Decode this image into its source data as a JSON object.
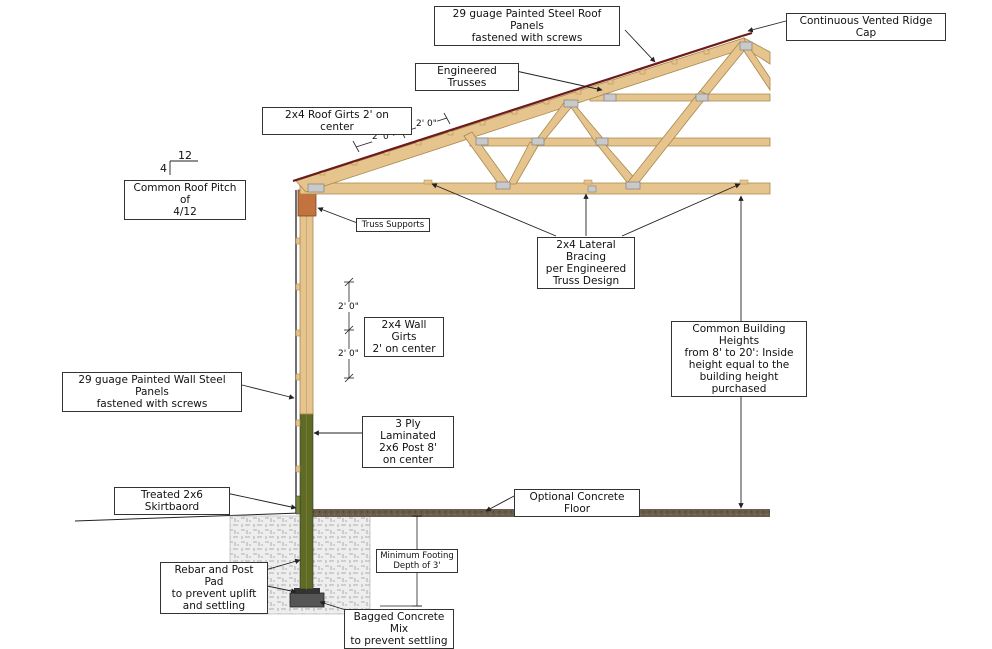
{
  "colors": {
    "wood": "#e6c48d",
    "wood_edge": "#a9874f",
    "treated_post": "#5e6b24",
    "steel_roof": "#6d1a1a",
    "concrete_floor": "#6a5d4c",
    "soil": "#e8e8e8",
    "line": "#222222"
  },
  "labels": {
    "roof_panels": "29 guage Painted Steel Roof Panels\nfastened with screws",
    "ridge_cap": "Continuous Vented Ridge Cap",
    "trusses": "Engineered Trusses",
    "roof_girts": "2x4 Roof Girts 2' on center",
    "roof_pitch": "Common Roof Pitch of\n4/12",
    "truss_supports": "Truss Supports",
    "lateral_bracing": "2x4 Lateral Bracing\nper Engineered\nTruss Design",
    "wall_girts": "2x4 Wall Girts\n2' on center",
    "building_heights": "Common Building Heights\nfrom 8' to 20': Inside\nheight equal to the\nbuilding height purchased",
    "wall_panels": "29 guage Painted Wall Steel Panels\nfastened with screws",
    "post": "3 Ply Laminated\n2x6 Post 8'\non center",
    "skirtboard": "Treated 2x6 Skirtbaord",
    "concrete_floor": "Optional Concrete Floor",
    "footing_depth": "Minimum Footing\nDepth of 3'",
    "rebar": "Rebar and Post Pad\nto prevent uplift\nand settling",
    "bagged_concrete": "Bagged Concrete Mix\nto prevent settling"
  },
  "dimensions": {
    "roof_girt_spacing_a": "2' 0\"",
    "roof_girt_spacing_b": "2' 0\"",
    "wall_girt_spacing_a": "2' 0\"",
    "wall_girt_spacing_b": "2' 0\""
  },
  "pitch_symbol": {
    "rise": "4",
    "run": "12"
  }
}
